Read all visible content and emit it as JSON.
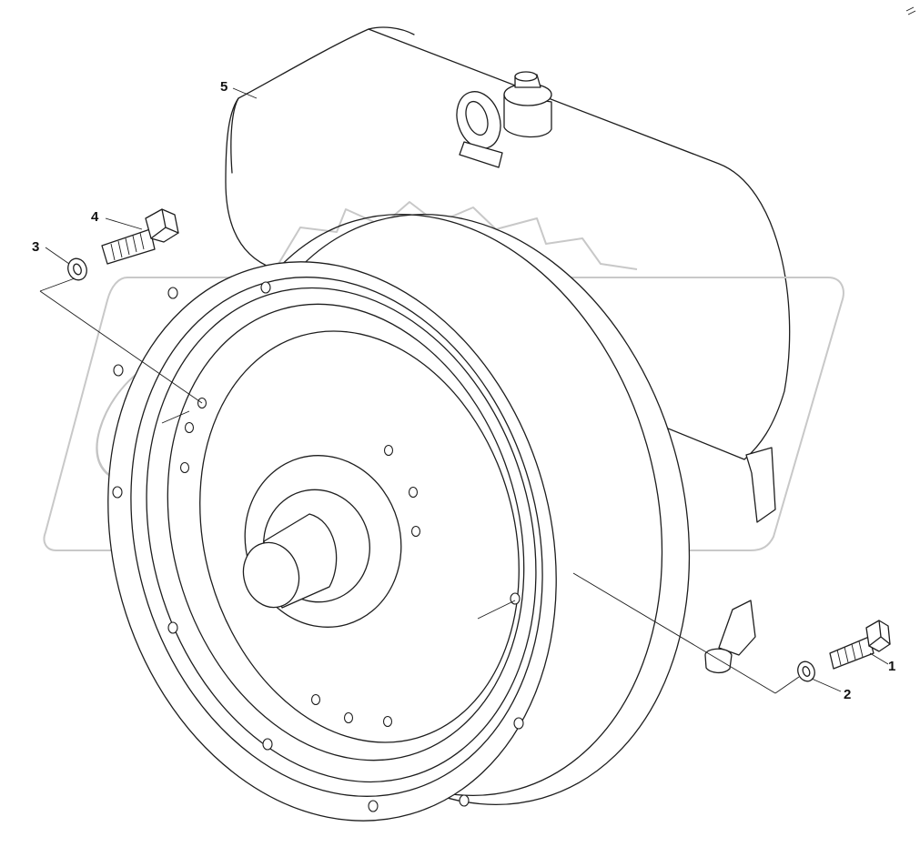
{
  "diagram": {
    "callouts": [
      {
        "id": "1",
        "label": "1"
      },
      {
        "id": "2",
        "label": "2"
      },
      {
        "id": "3",
        "label": "3"
      },
      {
        "id": "4",
        "label": "4"
      },
      {
        "id": "5",
        "label": "5"
      }
    ],
    "watermark": {
      "text": "OPEX",
      "color": "#c4c4c4"
    },
    "line_color": "#1e1e1e"
  }
}
